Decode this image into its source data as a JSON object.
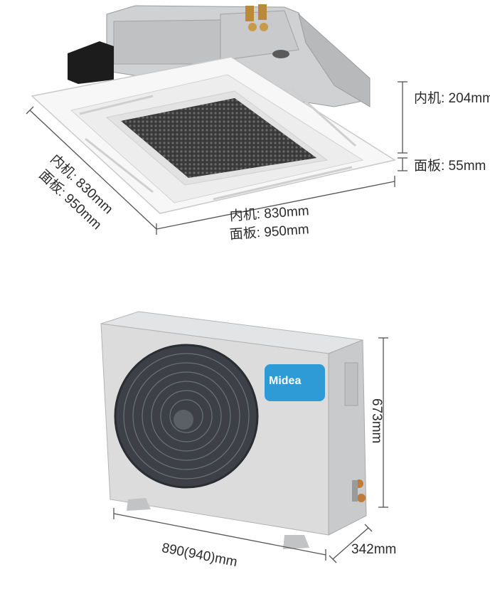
{
  "indoor_unit": {
    "height_labels": {
      "unit": "内机: 204mm",
      "panel": "面板: 55mm"
    },
    "width_labels": {
      "unit": "内机: 830mm",
      "panel": "面板: 950mm"
    },
    "depth_labels": {
      "unit": "内机: 830mm",
      "panel": "面板: 950mm"
    }
  },
  "outdoor_unit": {
    "brand": "Midea",
    "height_label": "673mm",
    "width_label": "890(940)mm",
    "depth_label": "342mm"
  },
  "colors": {
    "dimension_line": "#555555",
    "logo_blue": "#2f9bd6",
    "panel_white": "#f6f6f6",
    "body_gray": "#d9dadb"
  }
}
